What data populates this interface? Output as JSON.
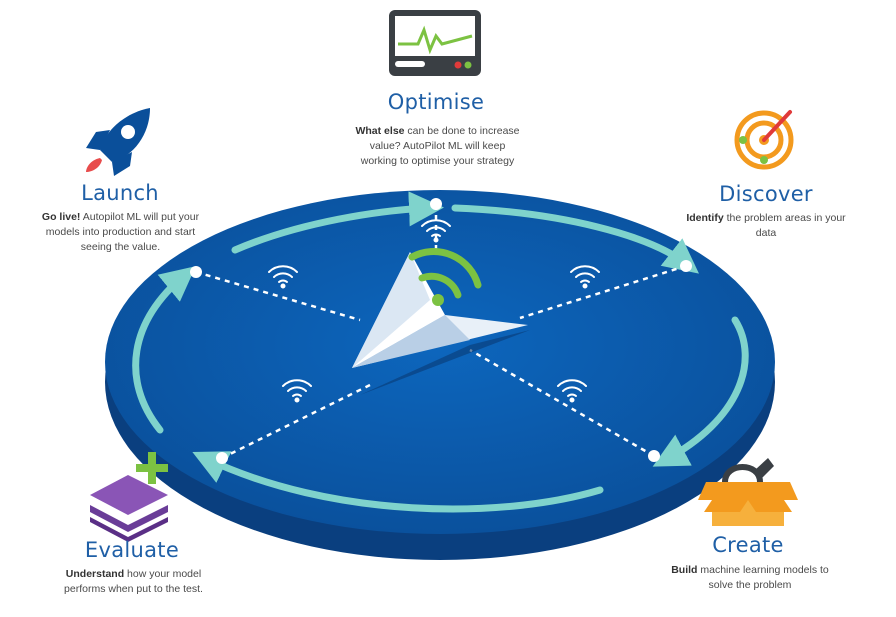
{
  "stages": {
    "optimise": {
      "title": "Optimise",
      "bold": "What else",
      "text": " can be done to increase value? AutoPilot ML will keep working to optimise your strategy",
      "icon": "monitor-icon"
    },
    "launch": {
      "title": "Launch",
      "bold": "Go live!",
      "text": " Autopilot ML will put your models into production and start seeing the value.",
      "icon": "rocket-icon"
    },
    "discover": {
      "title": "Discover",
      "bold": "Identify",
      "text": " the problem areas in your data",
      "icon": "target-icon"
    },
    "evaluate": {
      "title": "Evaluate",
      "bold": "Understand",
      "text": " how your model performs when put to the test.",
      "icon": "layers-plus-icon"
    },
    "create": {
      "title": "Create",
      "bold": "Build",
      "text": " machine learning models to solve the problem",
      "icon": "toolbox-icon"
    }
  },
  "colors": {
    "title_blue": "#1f5fa6",
    "disc_blue": "#0a5eb0",
    "disc_dark": "#0a3f7f",
    "arrow_teal": "#7fd3cc",
    "signal_green": "#7cc242",
    "orange": "#f39a1e",
    "purple": "#6a3d98"
  }
}
